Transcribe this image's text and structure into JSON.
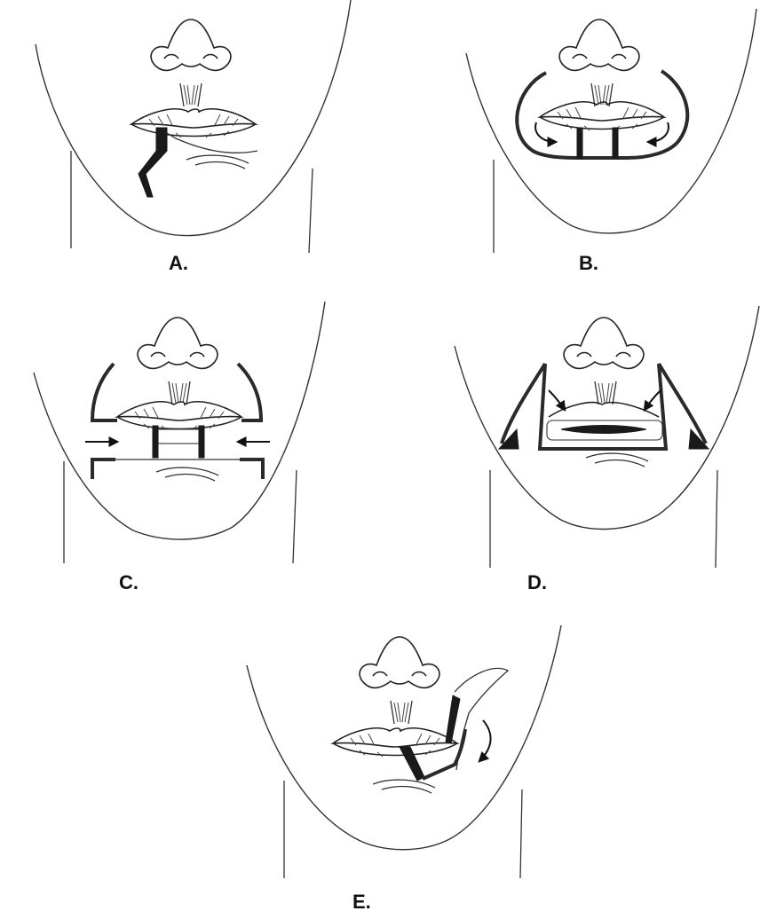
{
  "figure": {
    "panels": [
      {
        "id": "A",
        "label": "A."
      },
      {
        "id": "B",
        "label": "B."
      },
      {
        "id": "C",
        "label": "C."
      },
      {
        "id": "D",
        "label": "D."
      },
      {
        "id": "E",
        "label": "E."
      }
    ]
  },
  "colors": {
    "line": "#333333",
    "incision": "#1a1a1a",
    "background": "#ffffff"
  }
}
